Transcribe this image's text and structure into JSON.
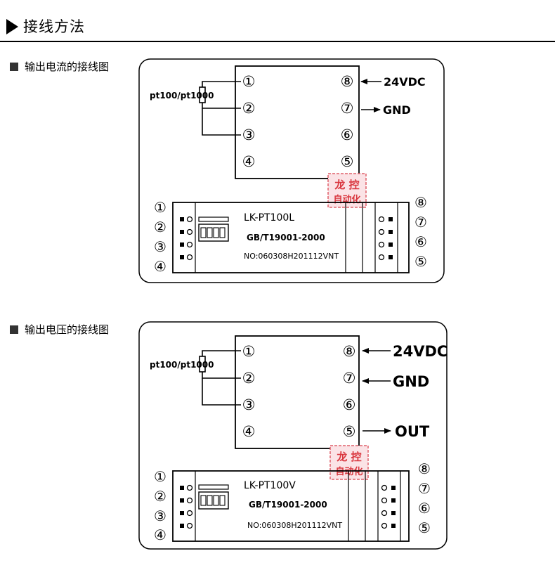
{
  "header": {
    "title": "接线方法"
  },
  "sections": [
    {
      "label": "输出电流的接线图",
      "sensor": "pt100/pt1000",
      "left_pins": [
        "①",
        "②",
        "③",
        "④"
      ],
      "right_pins": [
        "⑧",
        "⑦",
        "⑥",
        "⑤"
      ],
      "signals": {
        "pin8": "24VDC",
        "pin7": "GND"
      },
      "watermark": [
        "龙 控",
        "自动化"
      ],
      "module": {
        "model": "LK-PT100L",
        "standard": "GB/T19001-2000",
        "serial": "NO:060308H201112VNT"
      }
    },
    {
      "label": "输出电压的接线图",
      "sensor": "pt100/pt1000",
      "left_pins": [
        "①",
        "②",
        "③",
        "④"
      ],
      "right_pins": [
        "⑧",
        "⑦",
        "⑥",
        "⑤"
      ],
      "signals": {
        "pin8": "24VDC",
        "pin7": "GND",
        "pin5": "OUT"
      },
      "watermark": [
        "龙 控",
        "自动化"
      ],
      "module": {
        "model": "LK-PT100V",
        "standard": "GB/T19001-2000",
        "serial": "NO:060308H201112VNT"
      }
    }
  ]
}
